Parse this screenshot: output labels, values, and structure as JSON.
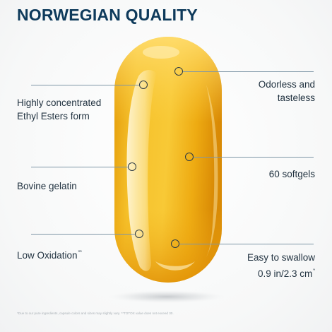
{
  "headline": "NORWEGIAN QUALITY",
  "callouts": {
    "ethyl_esters": {
      "line1": "Highly concentrated",
      "line2": "Ethyl Esters form"
    },
    "bovine_gelatin": {
      "text": "Bovine gelatin"
    },
    "low_oxidation": {
      "text": "Low Oxidation",
      "mark": "**"
    },
    "odorless": {
      "line1": "Odorless and",
      "line2": "tasteless"
    },
    "softgels": {
      "text": "60 softgels"
    },
    "swallow": {
      "line1": "Easy to swallow",
      "line2": "0.9 in/2.3 cm",
      "mark": "*"
    }
  },
  "footnote": "*Due to our pure ingredients, capsule colors and sizes may slightly vary. **TOTOX value does not exceed 30.",
  "colors": {
    "headline": "#0e3a5b",
    "text": "#223341",
    "leader_line": "#7e96a6",
    "capsule_gold": "#f2b21a",
    "capsule_highlight": "#ffe89a",
    "capsule_deep": "#d98a05"
  }
}
